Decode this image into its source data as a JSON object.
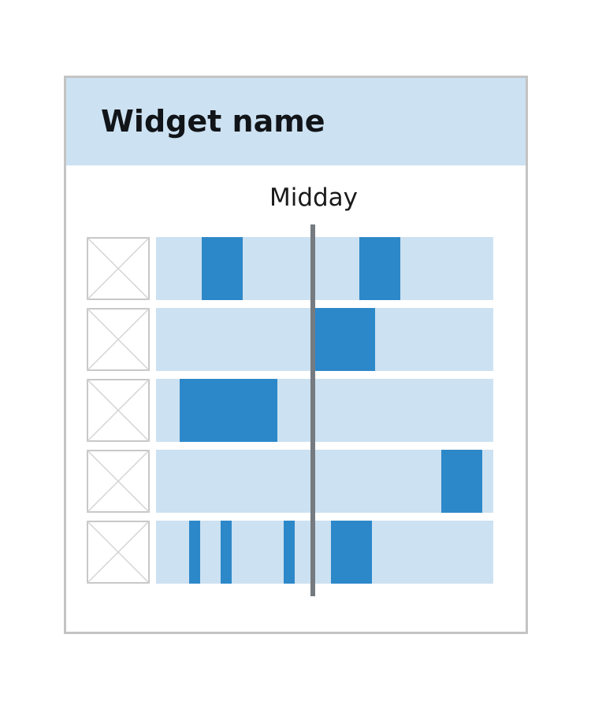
{
  "widget": {
    "title": "Widget name",
    "midday_label": "Midday",
    "colors": {
      "header_bg": "#cce1f1",
      "track_bg": "#cce1f1",
      "segment": "#2d88c9",
      "midday_line": "#757b80",
      "border": "#c4c4c4"
    },
    "timeline_midday_fraction": 0.463,
    "rows": [
      {
        "icon": "image-placeholder-icon",
        "segments": [
          [
            0.136,
            0.257
          ],
          [
            0.603,
            0.724
          ]
        ]
      },
      {
        "icon": "image-placeholder-icon",
        "segments": [
          [
            0.463,
            0.65
          ]
        ]
      },
      {
        "icon": "image-placeholder-icon",
        "segments": [
          [
            0.07,
            0.36
          ]
        ]
      },
      {
        "icon": "image-placeholder-icon",
        "segments": [
          [
            0.846,
            0.967
          ]
        ]
      },
      {
        "icon": "image-placeholder-icon",
        "segments": [
          [
            0.098,
            0.131
          ],
          [
            0.192,
            0.224
          ],
          [
            0.379,
            0.411
          ],
          [
            0.519,
            0.64
          ]
        ]
      }
    ]
  }
}
